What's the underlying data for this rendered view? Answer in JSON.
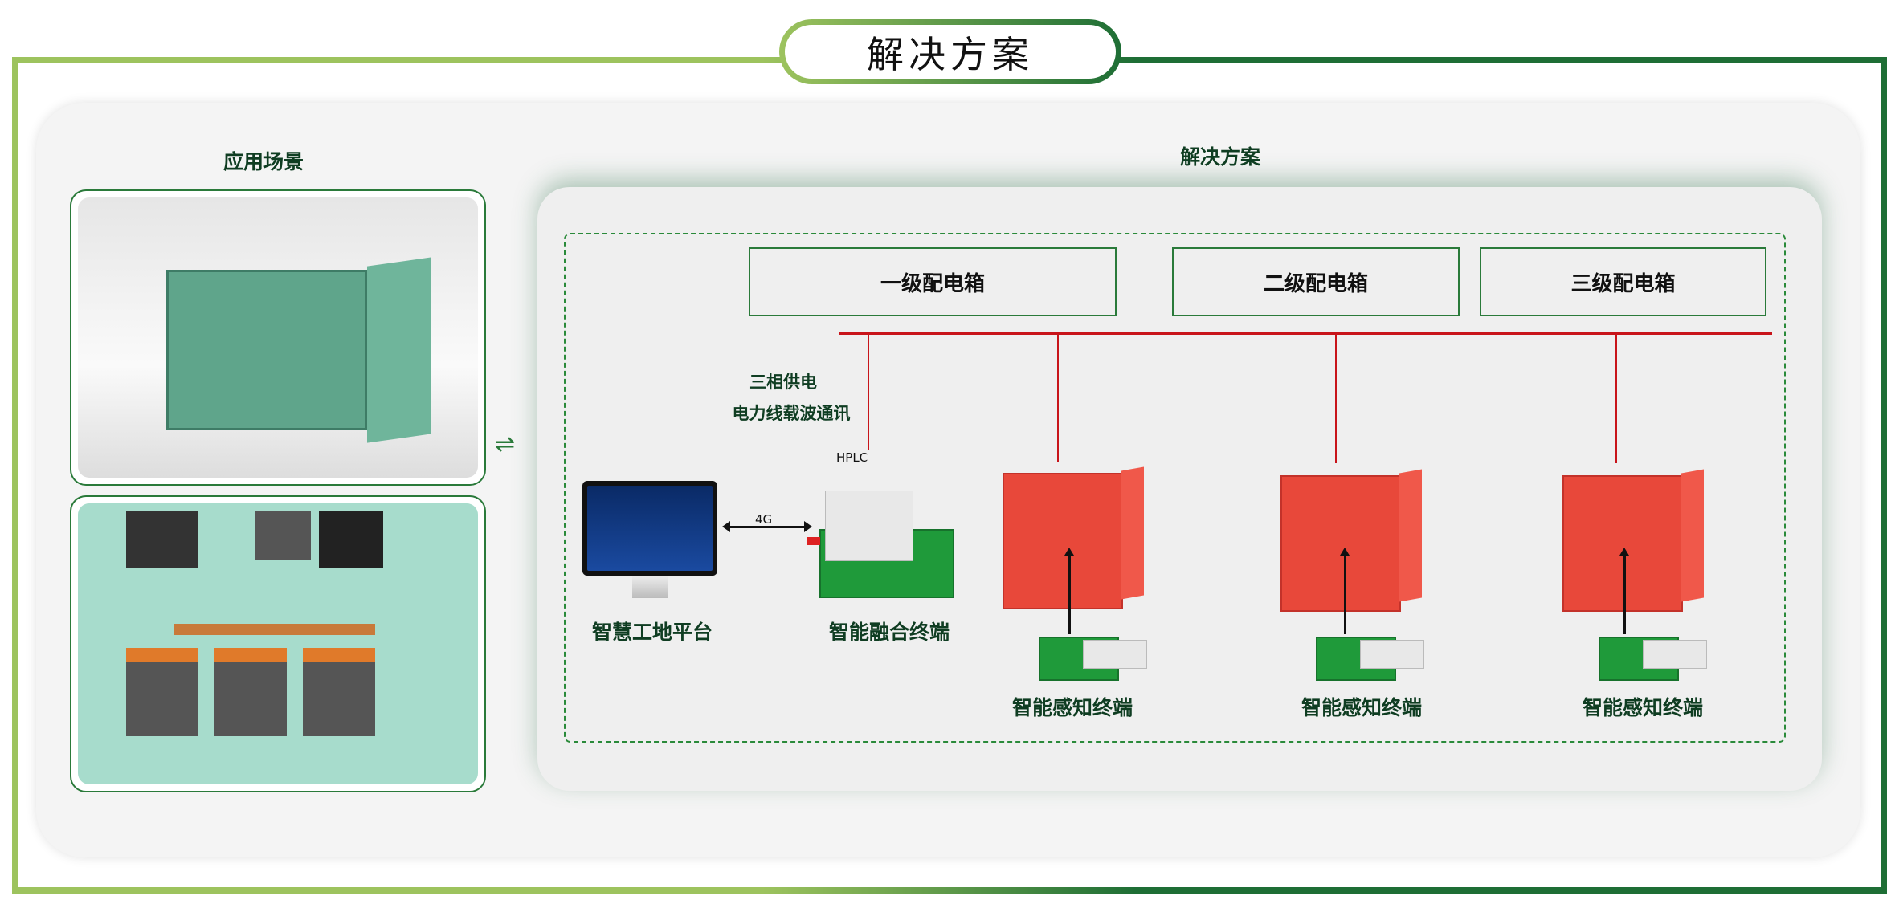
{
  "title": "解决方案",
  "left": {
    "heading": "应用场景",
    "swap_icon": "⇌"
  },
  "right": {
    "heading": "解决方案",
    "levels": [
      "一级配电箱",
      "二级配电箱",
      "三级配电箱"
    ],
    "power_label": "三相供电",
    "plc_label": "电力线载波通讯",
    "hplc": "HPLC",
    "link_4g": "4G",
    "platform": "智慧工地平台",
    "fusion_terminal": "智能融合终端",
    "sensors": [
      "智能感知终端",
      "智能感知终端",
      "智能感知终端"
    ]
  },
  "colors": {
    "green_light": "#9dc35e",
    "green_dark": "#1e6e35",
    "red_bus": "#c8141a"
  }
}
